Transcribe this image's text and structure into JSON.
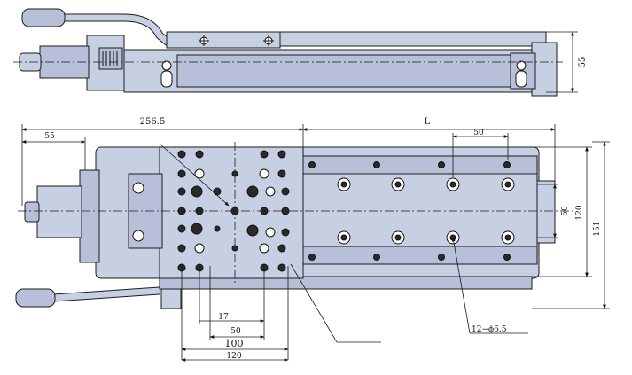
{
  "diagram": {
    "dimensions": {
      "side_height": "55",
      "overall_left": "256.5",
      "stroke_length": "L",
      "motor_offset": "55",
      "top_pitch": "50",
      "center_50": "50",
      "center_120": "120",
      "overall_151": "151",
      "pitch_17": "17",
      "pitch_50": "50",
      "pitch_100": "100",
      "pitch_120": "120",
      "hole_callout": "12−ϕ6.5"
    }
  }
}
